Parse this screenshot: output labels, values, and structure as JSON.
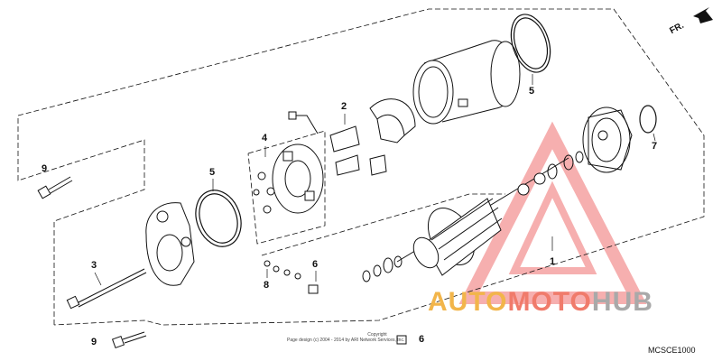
{
  "callouts": {
    "c1": "1",
    "c2": "2",
    "c3": "3",
    "c4": "4",
    "c5a": "5",
    "c5b": "5",
    "c6a": "6",
    "c6b": "6",
    "c7": "7",
    "c8": "8",
    "c9a": "9",
    "c9b": "9"
  },
  "direction_marker": "FR.",
  "copyright": {
    "line1": "Copyright",
    "line2": "Page design (c) 2004 - 2014 by ARI Network Services, Inc."
  },
  "diagram_code": "MCSCE1000",
  "watermark": {
    "part1": "AUTO",
    "part2": "MOTO",
    "part3": "HUB"
  },
  "colors": {
    "line": "#111111",
    "watermark_gold": "#f2b54a",
    "watermark_red": "#f07b6b",
    "watermark_grey": "#a9a9a9",
    "triangle_red": "#ef6f6f"
  }
}
